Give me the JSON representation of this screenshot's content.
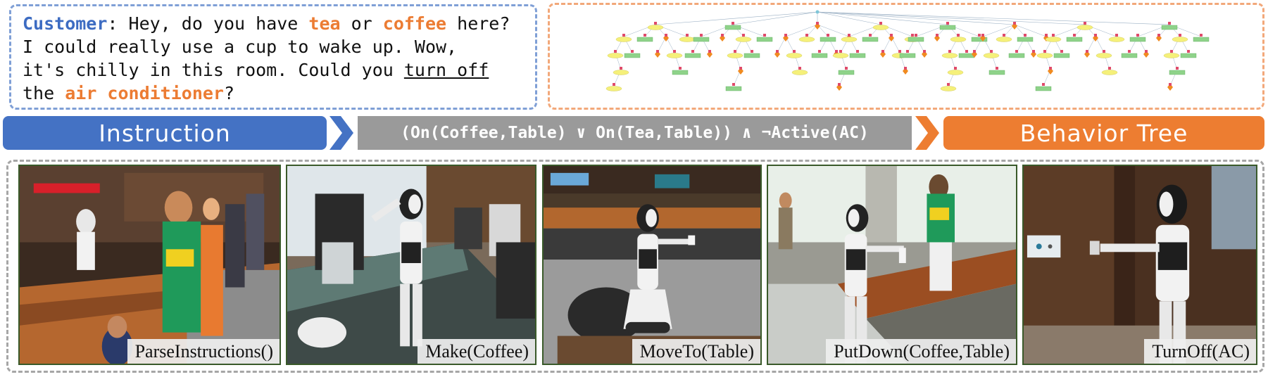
{
  "instruction_text": {
    "speaker": "Customer",
    "segments": [
      {
        "t": ": Hey, do you have ",
        "s": "plain"
      },
      {
        "t": "tea",
        "s": "hl"
      },
      {
        "t": " or ",
        "s": "plain"
      },
      {
        "t": "coffee",
        "s": "hl"
      },
      {
        "t": " here?",
        "s": "plain"
      },
      {
        "t": "I could really use a cup to wake up. Wow,",
        "s": "plain",
        "br": true
      },
      {
        "t": "it's chilly in this room. Could you ",
        "s": "plain",
        "br": true
      },
      {
        "t": "turn off",
        "s": "ul"
      },
      {
        "t": "the ",
        "s": "plain",
        "br": true
      },
      {
        "t": "air conditioner",
        "s": "hl"
      },
      {
        "t": "?",
        "s": "plain"
      }
    ]
  },
  "pipeline": {
    "instruction_label": "Instruction",
    "formula": "(On(Coffee,Table) ∨ On(Tea,Table)) ∧ ¬Active(AC)",
    "behavior_tree_label": "Behavior Tree"
  },
  "colors": {
    "instruction_blue": "#4472c4",
    "formula_gray": "#9a9a9a",
    "behavior_tree_orange": "#ed7d31",
    "highlight_orange": "#ec7c33",
    "speaker_blue": "#3d6cc2",
    "tree_condition_yellow": "#f5f07a",
    "tree_action_green": "#8fd38a"
  },
  "frames": [
    {
      "caption": "ParseInstructions()",
      "scene": "cafe-counter-with-customers"
    },
    {
      "caption": "Make(Coffee)",
      "scene": "robot-at-coffee-machine"
    },
    {
      "caption": "MoveTo(Table)",
      "scene": "robot-moving-with-cup"
    },
    {
      "caption": "PutDown(Coffee,Table)",
      "scene": "robot-placing-cup-on-table"
    },
    {
      "caption": "TurnOff(AC)",
      "scene": "robot-pressing-ac-panel"
    }
  ]
}
